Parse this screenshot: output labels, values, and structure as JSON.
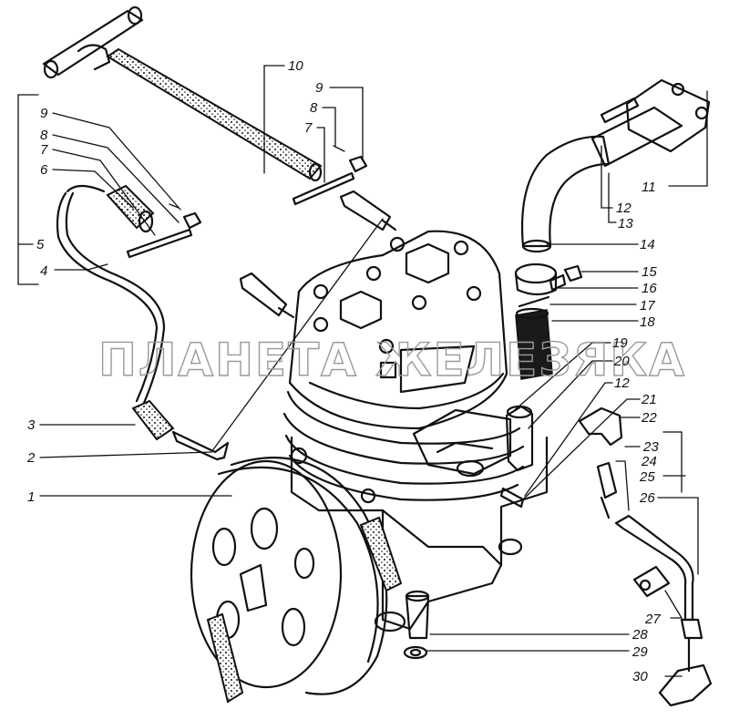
{
  "watermark": "ПЛАНЕТА ЖЕЛЕЗЯКА",
  "callouts": {
    "c1": "1",
    "c2": "2",
    "c3": "3",
    "c4": "4",
    "c5": "5",
    "c6": "6",
    "c7a": "7",
    "c8a": "8",
    "c9a": "9",
    "c10": "10",
    "c9b": "9",
    "c8b": "8",
    "c7b": "7",
    "c11": "11",
    "c12a": "12",
    "c13": "13",
    "c14": "14",
    "c15": "15",
    "c16": "16",
    "c17": "17",
    "c18": "18",
    "c19": "19",
    "c20": "20",
    "c12b": "12",
    "c21": "21",
    "c22": "22",
    "c23": "23",
    "c24": "24",
    "c25": "25",
    "c26": "26",
    "c27": "27",
    "c28": "28",
    "c29": "29",
    "c30": "30"
  }
}
